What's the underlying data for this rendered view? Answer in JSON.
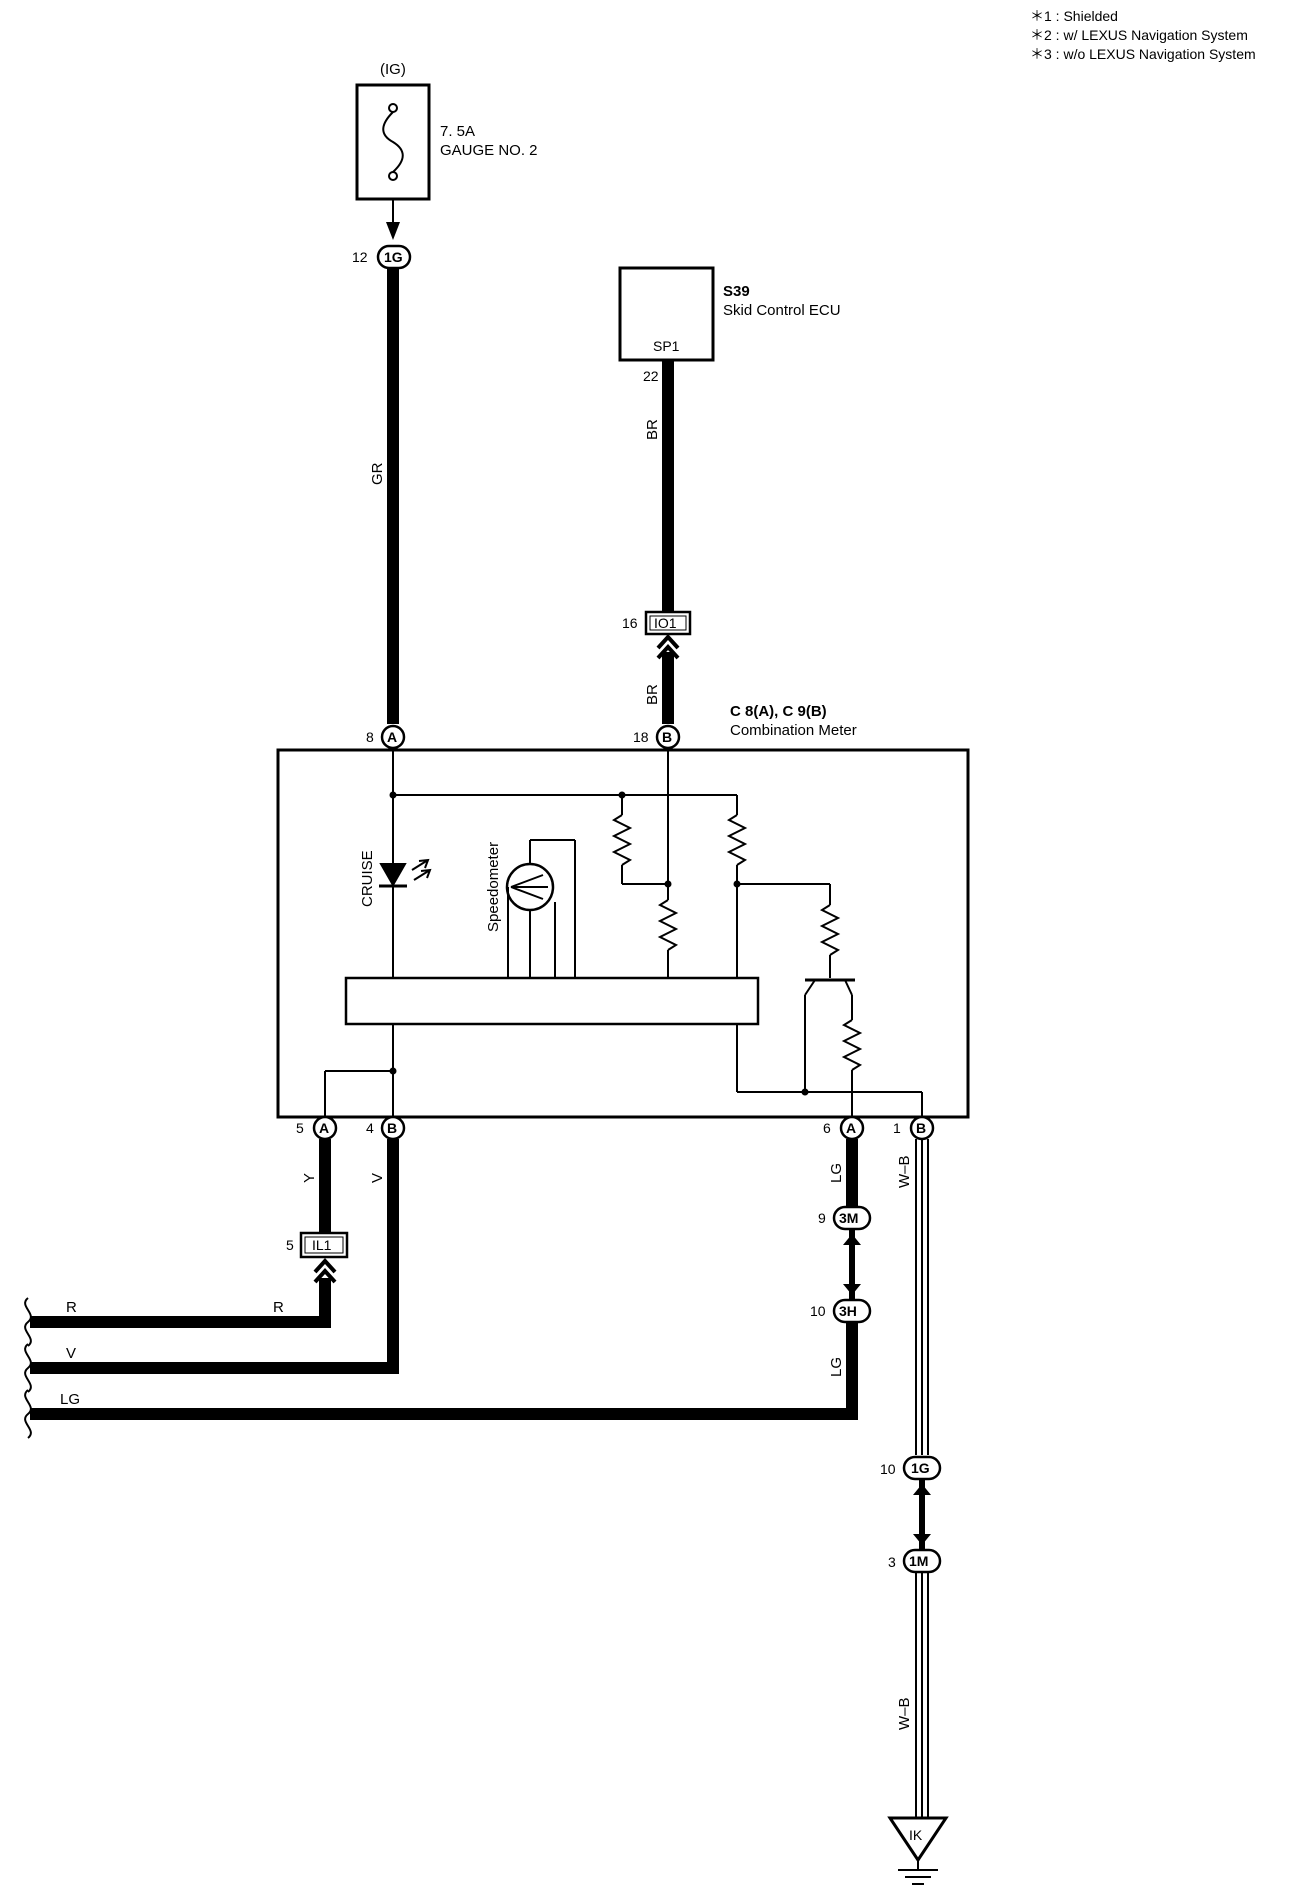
{
  "notes": [
    "＊1 : Shielded",
    "＊2 : w/ LEXUS Navigation System",
    "＊3 : w/o LEXUS Navigation System"
  ],
  "fuse": {
    "source": "(IG)",
    "rating": "7. 5A",
    "name": "GAUGE NO. 2"
  },
  "ecu": {
    "code": "S39",
    "name": "Skid Control ECU",
    "pin": "SP1",
    "pin_no": "22"
  },
  "meter": {
    "codes": "C 8(A), C 9(B)",
    "name": "Combination Meter",
    "cruise_label": "CRUISE",
    "speedometer_label": "Speedometer"
  },
  "connectors": {
    "c1G_top": {
      "no": "12",
      "id": "1G"
    },
    "cIO1": {
      "no": "16",
      "id": "IO1"
    },
    "pinA8": {
      "no": "8",
      "id": "A"
    },
    "pinB18": {
      "no": "18",
      "id": "B"
    },
    "pinA5": {
      "no": "5",
      "id": "A"
    },
    "pinB4": {
      "no": "4",
      "id": "B"
    },
    "pinA6": {
      "no": "6",
      "id": "A"
    },
    "pinB1": {
      "no": "1",
      "id": "B"
    },
    "cIL1": {
      "no": "5",
      "id": "IL1"
    },
    "c3M": {
      "no": "9",
      "id": "3M"
    },
    "c3H": {
      "no": "10",
      "id": "3H"
    },
    "c1G_bot": {
      "no": "10",
      "id": "1G"
    },
    "c1M": {
      "no": "3",
      "id": "1M"
    },
    "ground": {
      "id": "IK"
    }
  },
  "wires": {
    "gr": "GR",
    "br1": "BR",
    "br2": "BR",
    "y": "Y",
    "v": "V",
    "lg1": "LG",
    "wb1": "W–B",
    "lg2": "LG",
    "wb2": "W–B",
    "left_r": "R",
    "left_r2": "R",
    "left_v": "V",
    "left_lg": "LG"
  }
}
